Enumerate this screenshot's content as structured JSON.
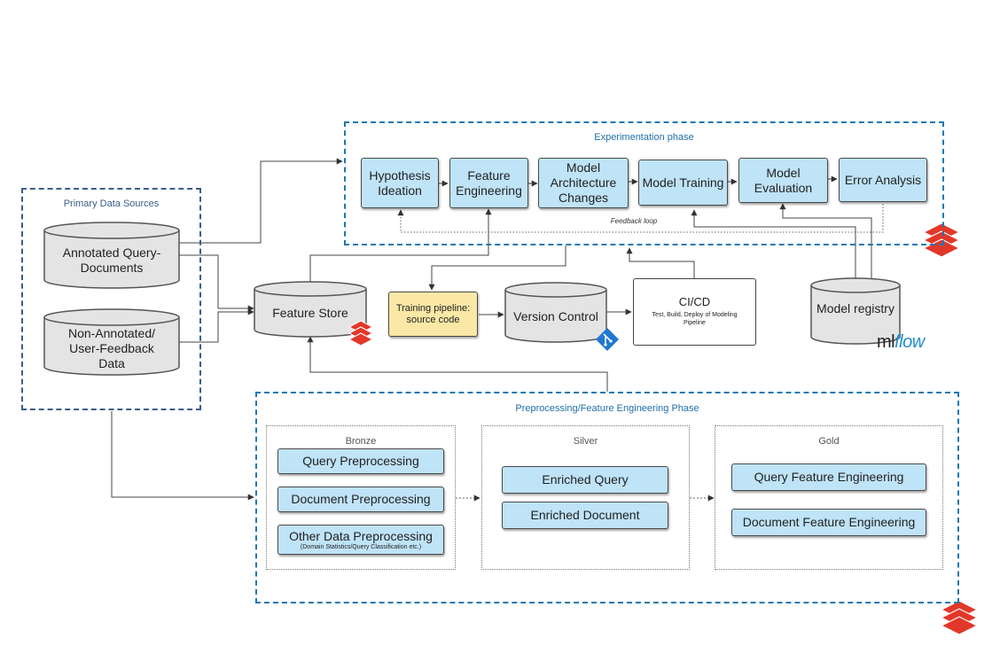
{
  "experimentation": {
    "title": "Experimentation phase",
    "steps": [
      "Hypothesis Ideation",
      "Feature Engineering",
      "Model Architecture Changes",
      "Model Training",
      "Model Evaluation",
      "Error Analysis"
    ],
    "feedback_label": "Feedback loop"
  },
  "primary_sources": {
    "title": "Primary Data Sources",
    "annotated": "Annotated Query-Documents",
    "non_annotated": "Non-Annotated/ User-Feedback Data"
  },
  "middle": {
    "feature_store": "Feature Store",
    "training_pipeline": "Training pipeline: source code",
    "version_control": "Version Control",
    "cicd_title": "CI/CD",
    "cicd_subtitle": "Test, Build, Deploy of Modeling Pipeline",
    "model_registry": "Model registry",
    "mlflow_prefix": "ml",
    "mlflow_suffix": "flow"
  },
  "preprocessing": {
    "title": "Preprocessing/Feature Engineering Phase",
    "bronze": {
      "title": "Bronze",
      "items": [
        "Query Preprocessing",
        "Document Preprocessing",
        "Other Data Preprocessing"
      ],
      "other_note": "(Domain Statistics/Query Classification etc.)"
    },
    "silver": {
      "title": "Silver",
      "items": [
        "Enriched Query",
        "Enriched Document"
      ]
    },
    "gold": {
      "title": "Gold",
      "items": [
        "Query Feature Engineering",
        "Document Feature Engineering"
      ]
    }
  },
  "colors": {
    "box_fill": "#bfe3f7",
    "pipeline_fill": "#fbe8a6",
    "cylinder_fill": "#e4e4e4",
    "zone_border": "#1f78b4",
    "databricks_red": "#e2382a"
  }
}
